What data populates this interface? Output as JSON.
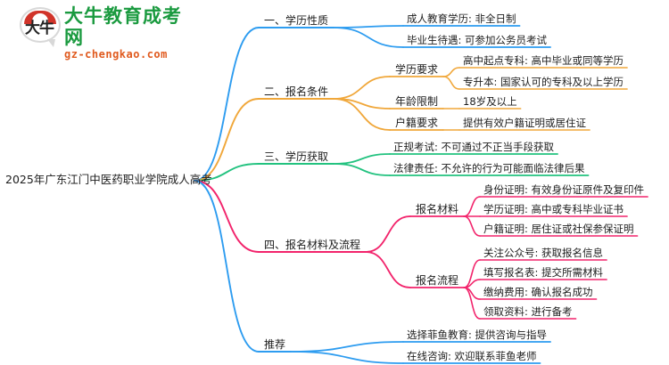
{
  "logo": {
    "mark_text": "大牛",
    "title": "大牛教育成考网",
    "domain": "gz-chengkao.com",
    "brand_green": "#1a9a3f",
    "brand_orange": "#e05a1e",
    "brand_red": "#d1342a"
  },
  "colors": {
    "blue": "#2d9cf0",
    "orange": "#f0a73a",
    "green": "#22c27f",
    "pink": "#f2236b",
    "text": "#1d1d1d"
  },
  "mindmap": {
    "type": "mindmap",
    "root": "2025年广东江门中医药职业学院成人高考",
    "branches": [
      {
        "label": "一、学历性质",
        "color": "#2d9cf0",
        "children": [
          {
            "label": "成人教育学历: 非全日制"
          },
          {
            "label": "毕业生待遇: 可参加公务员考试"
          }
        ]
      },
      {
        "label": "二、报名条件",
        "color": "#f0a73a",
        "children": [
          {
            "label": "学历要求",
            "children": [
              {
                "label": "高中起点专科: 高中毕业或同等学历"
              },
              {
                "label": "专升本: 国家认可的专科及以上学历"
              }
            ]
          },
          {
            "label": "年龄限制",
            "children": [
              {
                "label": "18岁及以上"
              }
            ]
          },
          {
            "label": "户籍要求",
            "children": [
              {
                "label": "提供有效户籍证明或居住证"
              }
            ]
          }
        ]
      },
      {
        "label": "三、学历获取",
        "color": "#22c27f",
        "children": [
          {
            "label": "正规考试: 不可通过不正当手段获取"
          },
          {
            "label": "法律责任: 不允许的行为可能面临法律后果"
          }
        ]
      },
      {
        "label": "四、报名材料及流程",
        "color": "#f2236b",
        "children": [
          {
            "label": "报名材料",
            "children": [
              {
                "label": "身份证明: 有效身份证原件及复印件"
              },
              {
                "label": "学历证明: 高中或专科毕业证书"
              },
              {
                "label": "户籍证明: 居住证或社保参保证明"
              }
            ]
          },
          {
            "label": "报名流程",
            "children": [
              {
                "label": "关注公众号: 获取报名信息"
              },
              {
                "label": "填写报名表: 提交所需材料"
              },
              {
                "label": "缴纳费用: 确认报名成功"
              },
              {
                "label": "领取资料: 进行备考"
              }
            ]
          }
        ]
      },
      {
        "label": "推荐",
        "color": "#2d9cf0",
        "children": [
          {
            "label": "选择菲鱼教育: 提供咨询与指导"
          },
          {
            "label": "在线咨询: 欢迎联系菲鱼老师"
          }
        ]
      }
    ]
  }
}
